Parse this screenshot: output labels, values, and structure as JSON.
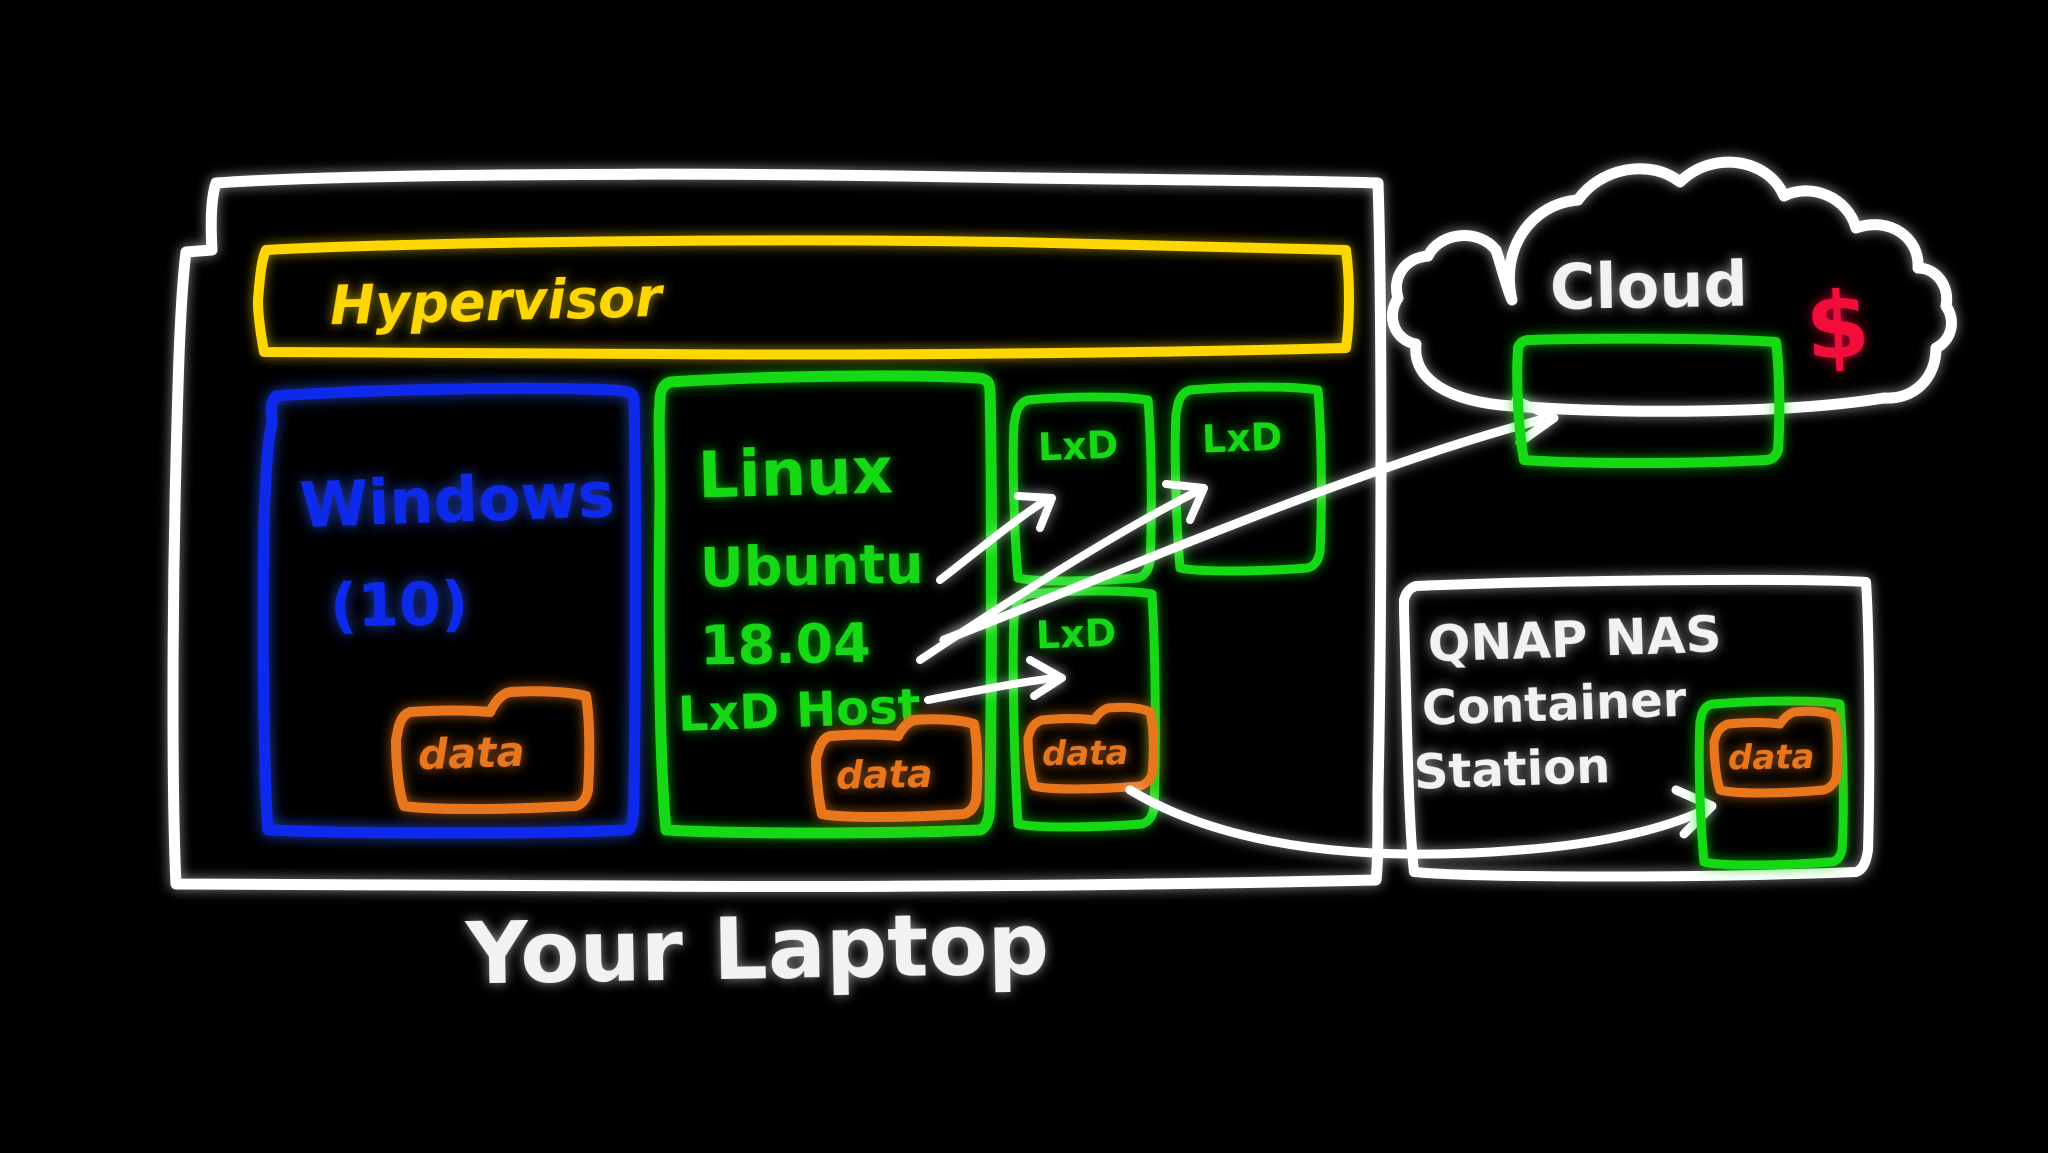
{
  "scene": {
    "background_color": "#000000",
    "style": "hand-drawn neon whiteboard diagram"
  },
  "palette": {
    "white": "#ffffff",
    "yellow": "#ffd700",
    "blue": "#0b2bec",
    "green": "#12d912",
    "orange": "#e8761a",
    "red": "#f2083a"
  },
  "laptop": {
    "caption": "Your Laptop",
    "hypervisor": {
      "label": "Hypervisor",
      "color": "#ffd700"
    },
    "windows_vm": {
      "title": "Windows",
      "version": "(10)",
      "color": "#0b2bec",
      "data_folder": "data"
    },
    "linux_vm": {
      "line1": "Linux",
      "line2": "Ubuntu",
      "line3": "18.04",
      "line4": "LxD Host",
      "color": "#12d912",
      "data_folder": "data"
    },
    "containers": [
      {
        "label": "LxD",
        "has_data": false,
        "data_folder": ""
      },
      {
        "label": "LxD",
        "has_data": false,
        "data_folder": ""
      },
      {
        "label": "LxD",
        "has_data": true,
        "data_folder": "data"
      }
    ]
  },
  "cloud": {
    "label": "Cloud",
    "cost_symbol": "$",
    "cost_color": "#f2083a",
    "container_color": "#12d912"
  },
  "nas": {
    "line1": "QNAP NAS",
    "line2": "Container",
    "line3": "Station",
    "container_color": "#12d912",
    "data_folder": "data"
  },
  "arrows": [
    {
      "name": "host-to-container-1",
      "from": "LxD Host",
      "to": "LxD container 1"
    },
    {
      "name": "host-to-container-2",
      "from": "LxD Host",
      "to": "LxD container 2"
    },
    {
      "name": "host-to-container-3",
      "from": "LxD Host",
      "to": "LxD container 3"
    },
    {
      "name": "host-to-cloud",
      "from": "LxD Host",
      "to": "Cloud container"
    },
    {
      "name": "host-to-nas",
      "from": "LxD Host",
      "to": "QNAP NAS container"
    }
  ]
}
